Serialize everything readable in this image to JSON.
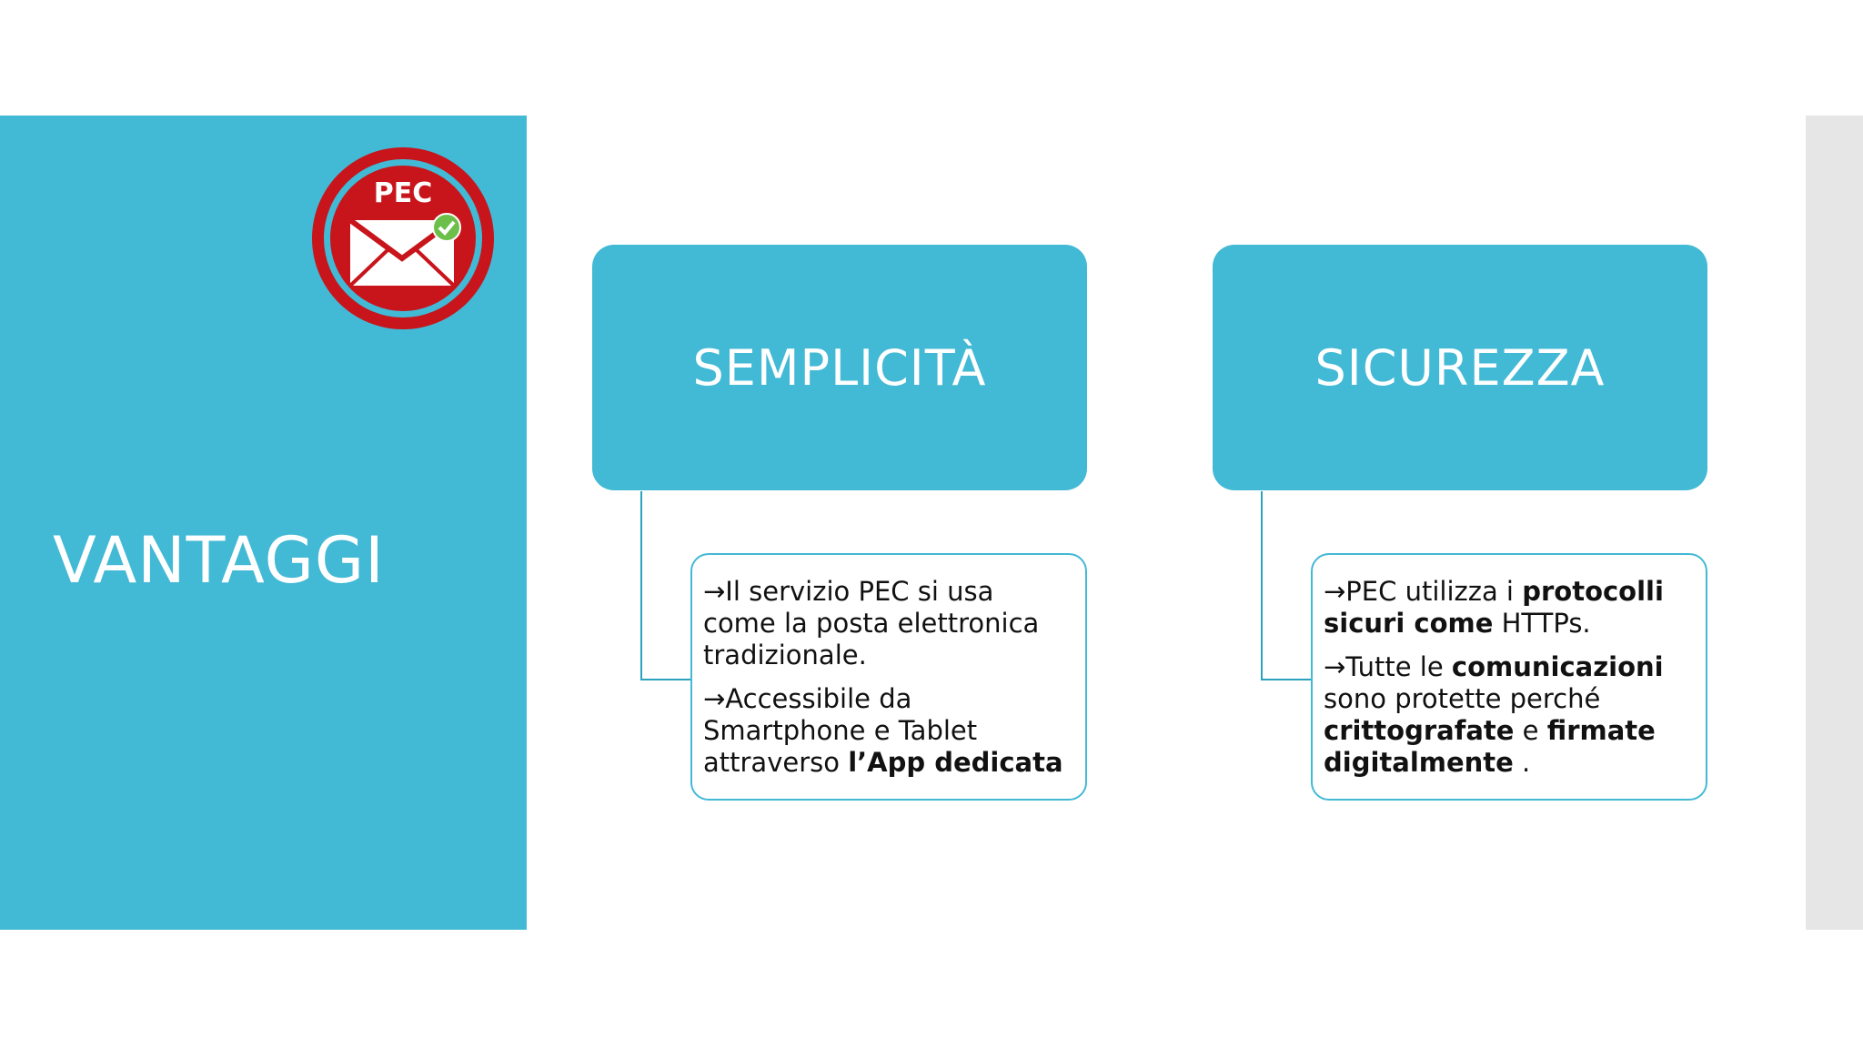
{
  "slide": {
    "title": "VANTAGGI",
    "logo": {
      "text": "PEC",
      "icon": "envelope-check-icon",
      "ring_color": "#c8141b",
      "check_color": "#6cc04a"
    },
    "colors": {
      "accent": "#42b9d5",
      "strip": "#e6e6e6"
    }
  },
  "boxes": [
    {
      "heading": "SEMPLICITÀ",
      "points": [
        {
          "parts": [
            {
              "text": "→Il servizio PEC si usa come la posta elettronica tradizionale.",
              "bold": false
            }
          ]
        },
        {
          "parts": [
            {
              "text": "→Accessibile da Smartphone e Tablet attraverso ",
              "bold": false
            },
            {
              "text": "l’App dedicata",
              "bold": true
            }
          ]
        }
      ]
    },
    {
      "heading": "SICUREZZA",
      "points": [
        {
          "parts": [
            {
              "text": "→PEC utilizza i ",
              "bold": false
            },
            {
              "text": "protocolli sicuri come",
              "bold": true
            },
            {
              "text": " HTTPs.",
              "bold": false
            }
          ]
        },
        {
          "parts": [
            {
              "text": "→Tutte le ",
              "bold": false
            },
            {
              "text": "comunicazioni",
              "bold": true
            },
            {
              "text": " sono protette perché ",
              "bold": false
            },
            {
              "text": "crittografate",
              "bold": true
            },
            {
              "text": " e ",
              "bold": false
            },
            {
              "text": "firmate digitalmente",
              "bold": true
            },
            {
              "text": " .",
              "bold": false
            }
          ]
        }
      ]
    }
  ]
}
